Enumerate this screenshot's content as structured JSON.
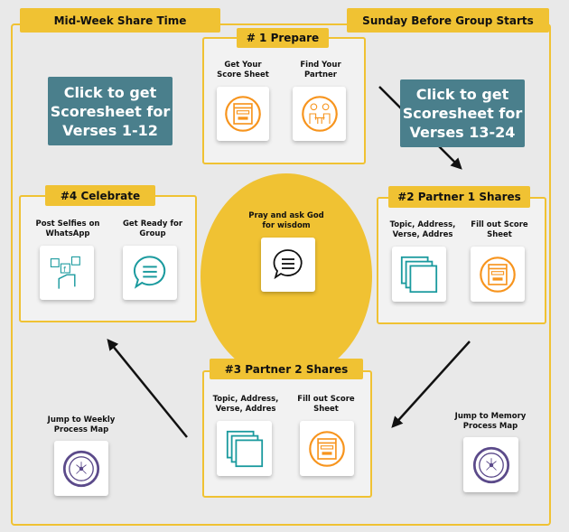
{
  "labels": {
    "midweek": "Mid-Week Share Time",
    "sunday": "Sunday Before Group Starts"
  },
  "buttons": {
    "verses_1_12": "Click to get Scoresheet for Verses 1-12",
    "verses_13_24": "Click to get Scoresheet for Verses 13-24"
  },
  "prepare": {
    "title": "# 1 Prepare",
    "items": [
      "Get Your Score Sheet",
      "Find Your Partner"
    ]
  },
  "center": {
    "text": "Pray and ask God for wisdom"
  },
  "partner1": {
    "title": "#2 Partner 1 Shares",
    "items": [
      "Topic, Address, Verse, Addres",
      "Fill out Score Sheet"
    ]
  },
  "partner2": {
    "title": "#3 Partner 2 Shares",
    "items": [
      "Topic, Address, Verse, Addres",
      "Fill out Score Sheet"
    ]
  },
  "celebrate": {
    "title": "#4 Celebrate",
    "items": [
      "Post Selfies on WhatsApp",
      "Get Ready for Group"
    ]
  },
  "jumps": {
    "weekly": "Jump to Weekly Process Map",
    "memory": "Jump to Memory Process Map"
  },
  "colors": {
    "yellow": "#f0c233",
    "teal": "#4a7f8c",
    "orange": "#f7941d",
    "icon_teal": "#1a9a9e",
    "purple": "#5b4a8a"
  }
}
